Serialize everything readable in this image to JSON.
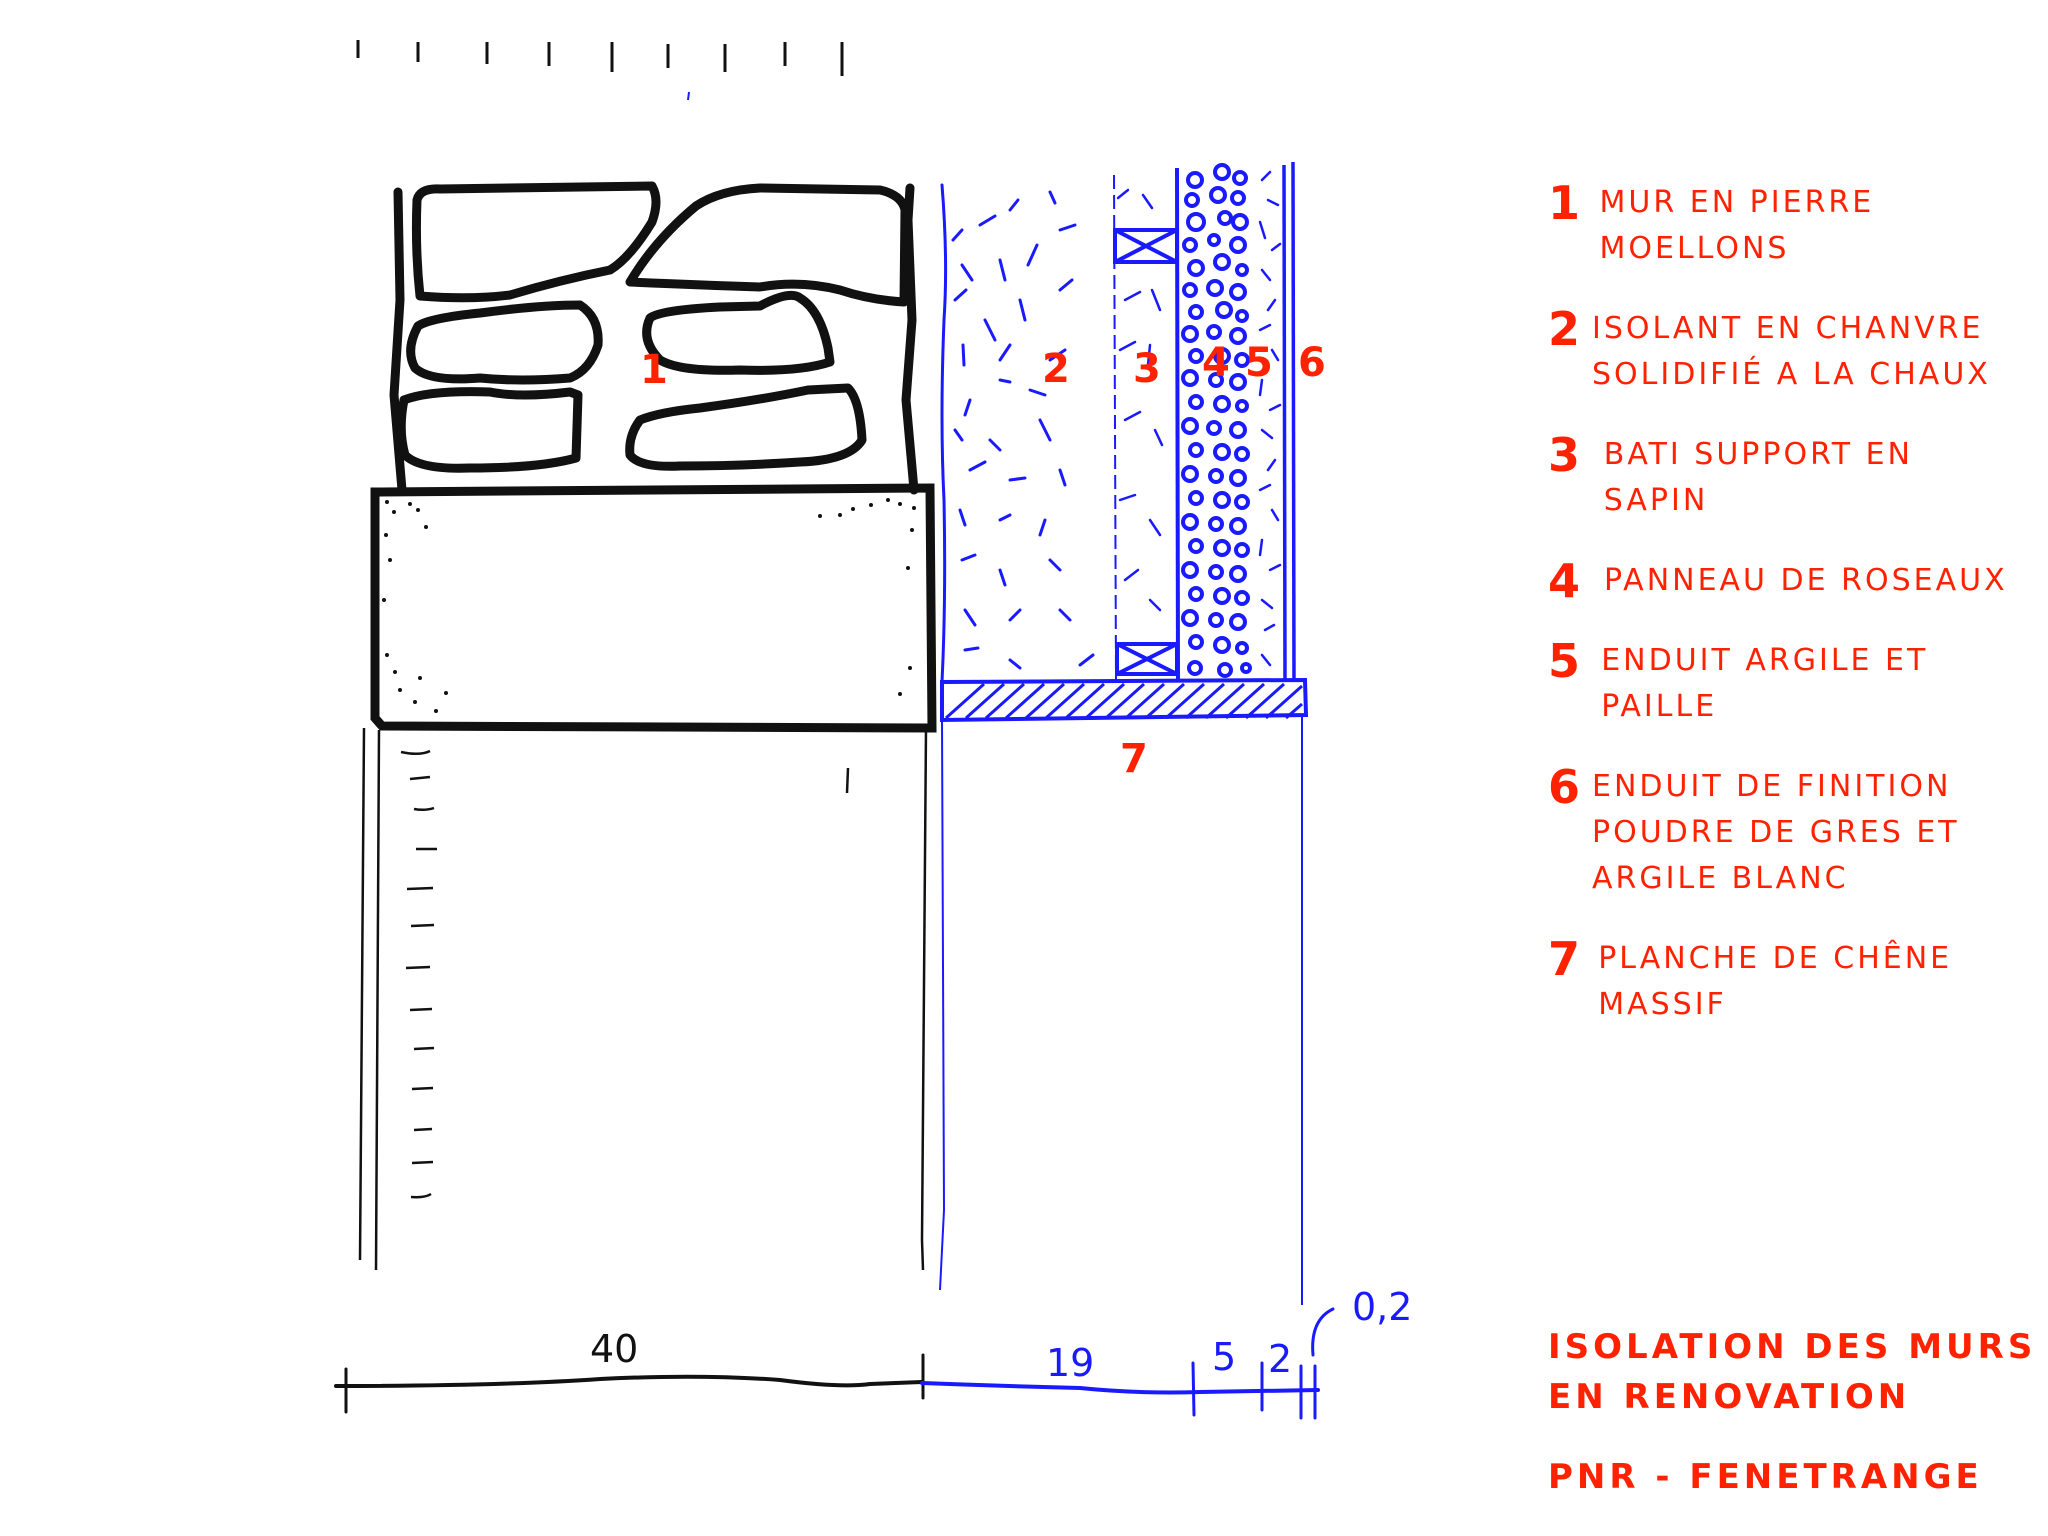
{
  "title": {
    "line1": "ISOLATION DES MURS",
    "line2": "EN RENOVATION",
    "subtitle": "PNR - FENETRANGE"
  },
  "legend": [
    {
      "num": "1",
      "text": "MUR EN PIERRE MOELLONS"
    },
    {
      "num": "2",
      "text": "ISOLANT EN CHANVRE SOLIDIFIÉ A LA CHAUX"
    },
    {
      "num": "3",
      "text": "BATI SUPPORT EN SAPIN"
    },
    {
      "num": "4",
      "text": "PANNEAU DE ROSEAUX"
    },
    {
      "num": "5",
      "text": "ENDUIT ARGILE ET PAILLE"
    },
    {
      "num": "6",
      "text": "ENDUIT DE FINITION POUDRE DE GRES ET ARGILE BLANC"
    },
    {
      "num": "7",
      "text": "PLANCHE DE CHÊNE MASSIF"
    }
  ],
  "drawing_labels": {
    "l1": "1",
    "l2": "2",
    "l3": "3",
    "l4": "4",
    "l5": "5",
    "l6": "6",
    "l7": "7"
  },
  "dimensions": {
    "wall": "40",
    "insulation": "19",
    "reed_panel": "5",
    "clay_plaster": "2",
    "finish": "0,2"
  },
  "colors": {
    "existing_wall": "#111111",
    "new_layers": "#1a1aff",
    "annotations": "#ff2200"
  }
}
